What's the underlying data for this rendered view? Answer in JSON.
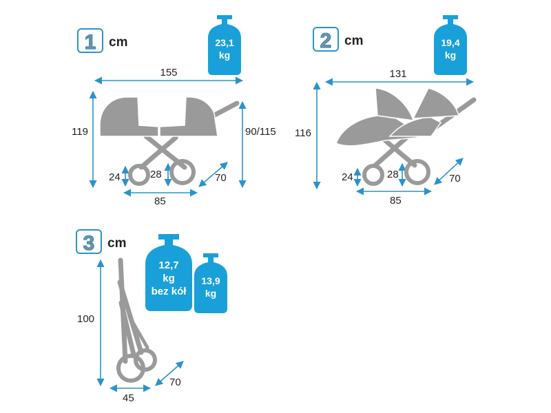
{
  "colors": {
    "accent": "#1aa0d8",
    "arrow": "#2a93c9",
    "product": "#9a9a9a"
  },
  "unit_label": "cm",
  "sections": [
    {
      "number": "1",
      "weight_lines": [
        "23,1",
        "kg"
      ],
      "dims": {
        "width": "155",
        "height": "119",
        "handle_height": "90/115",
        "wheel_small": "24",
        "wheel_large": "28",
        "depth": "70",
        "wheelbase": "85"
      }
    },
    {
      "number": "2",
      "weight_lines": [
        "19,4",
        "kg"
      ],
      "dims": {
        "width": "131",
        "height": "116",
        "wheel_small": "24",
        "wheel_large": "28",
        "depth": "70",
        "wheelbase": "85"
      }
    },
    {
      "number": "3",
      "weight_lines": [
        "12,7",
        "kg",
        "bez kół"
      ],
      "weight2_lines": [
        "13,9",
        "kg"
      ],
      "dims": {
        "height": "100",
        "depth": "70",
        "width": "45"
      }
    }
  ]
}
